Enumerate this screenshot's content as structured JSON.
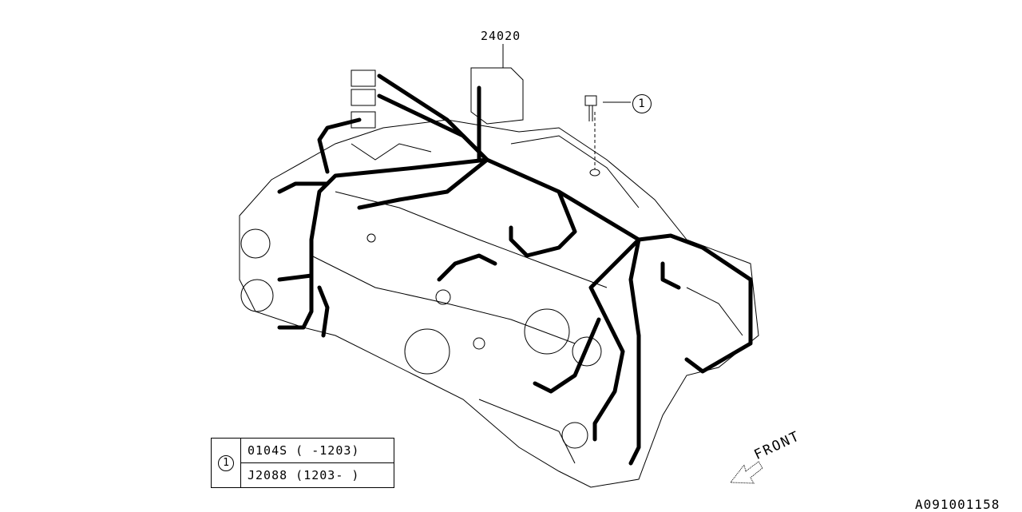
{
  "diagram": {
    "part_number": "24020",
    "callout": "1",
    "legend": {
      "ref": "1",
      "rows": [
        "0104S ( -1203)",
        "J2088 (1203- )"
      ]
    },
    "front_label": "FRONT",
    "diagram_code": "A091001158"
  }
}
